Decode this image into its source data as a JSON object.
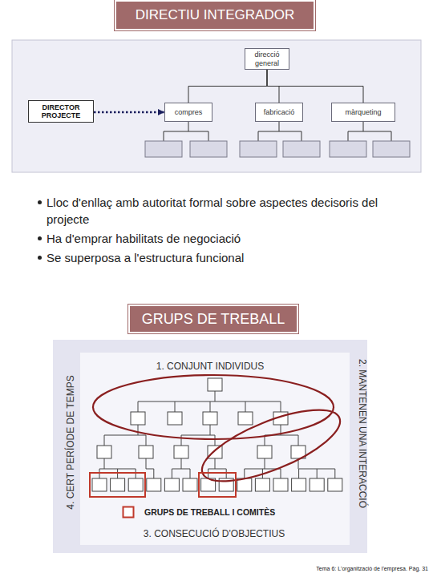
{
  "diagram": {
    "title": "DIRECTIU INTEGRADOR",
    "nodes": [
      {
        "text": [
          "direcció general"
        ]
      },
      {
        "text": [
          "DIRECTOR PROJECTE"
        ]
      },
      {
        "text": [
          "compres"
        ]
      },
      {
        "text": [
          "fabricació"
        ]
      },
      {
        "text": [
          "màrqueting"
        ]
      },
      {
        "text": [
          "GRUPS DE TREBALL"
        ]
      }
    ],
    "edges": [
      {
        "from": 0,
        "to": 2,
        "arrow": "none"
      },
      {
        "from": 0,
        "to": 3,
        "arrow": "none"
      },
      {
        "from": 0,
        "to": 4,
        "arrow": "none"
      },
      {
        "from": 1,
        "to": 2,
        "arrow": "to"
      }
    ],
    "labels": [
      "Lloc d'enllaç amb autoritat formal sobre aspectes decisoris del projecte",
      "Ha d'emprar habilitats de negociació",
      "Se superposa a l'estructura funcional",
      "4. CERT PERÍODE DE TEMPS",
      "1. CONJUNT INDIVIDUS",
      "2. MANTENEN UNA INTERACCIÓ",
      "3. CONSECUCIÓ D'OBJECTIUS",
      "Tema 6: L'organització de l'empresa. Pàg. 31"
    ],
    "legend": [
      {
        "text": "GRUPS DE TREBALL I COMITÈS"
      }
    ]
  }
}
